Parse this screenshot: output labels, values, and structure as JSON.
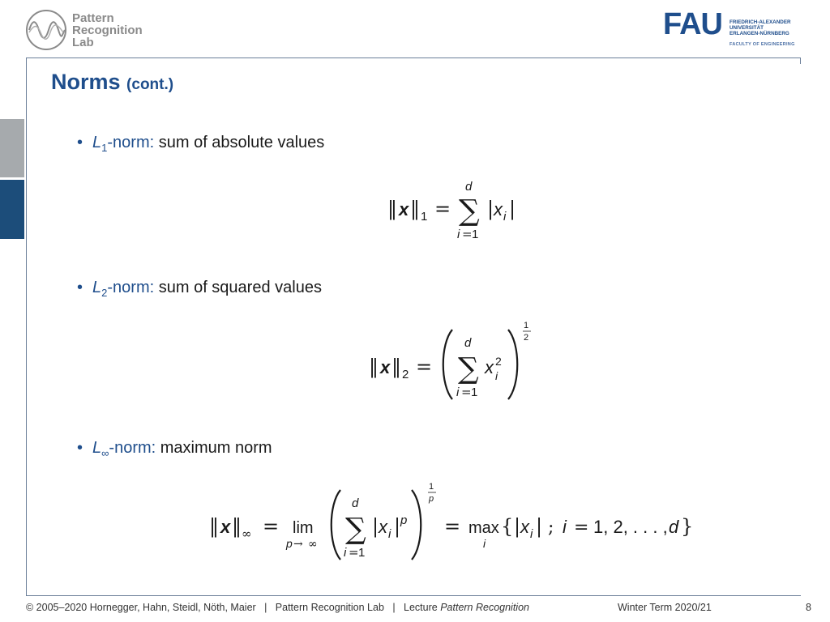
{
  "header": {
    "lab_logo_lines": [
      "Pattern",
      "Recognition",
      "Lab"
    ],
    "fau_mark": "FAU",
    "fau_lines": [
      "FRIEDRICH-ALEXANDER",
      "UNIVERSITÄT",
      "ERLANGEN-NÜRNBERG"
    ],
    "fau_faculty": "FACULTY OF ENGINEERING"
  },
  "slide": {
    "title": "Norms",
    "title_suffix": "(cont.)",
    "bullets": [
      {
        "term": "L",
        "sub": "1",
        "suffix": "-norm:",
        "text": " sum of absolute values"
      },
      {
        "term": "L",
        "sub": "2",
        "suffix": "-norm:",
        "text": " sum of squared values"
      },
      {
        "term": "L",
        "sub": "∞",
        "suffix": "-norm:",
        "text": " maximum norm"
      }
    ]
  },
  "footer": {
    "copyright": "© 2005–2020 Hornegger, Hahn, Steidl, Nöth, Maier",
    "sep": "|",
    "lab": "Pattern Recognition Lab",
    "lecture_prefix": "Lecture",
    "lecture_name": "Pattern Recognition",
    "term": "Winter Term 2020/21",
    "page": "8"
  },
  "colors": {
    "accent": "#1f4e8c",
    "side_gray": "#a6aaad",
    "side_blue": "#1c4d7a"
  }
}
